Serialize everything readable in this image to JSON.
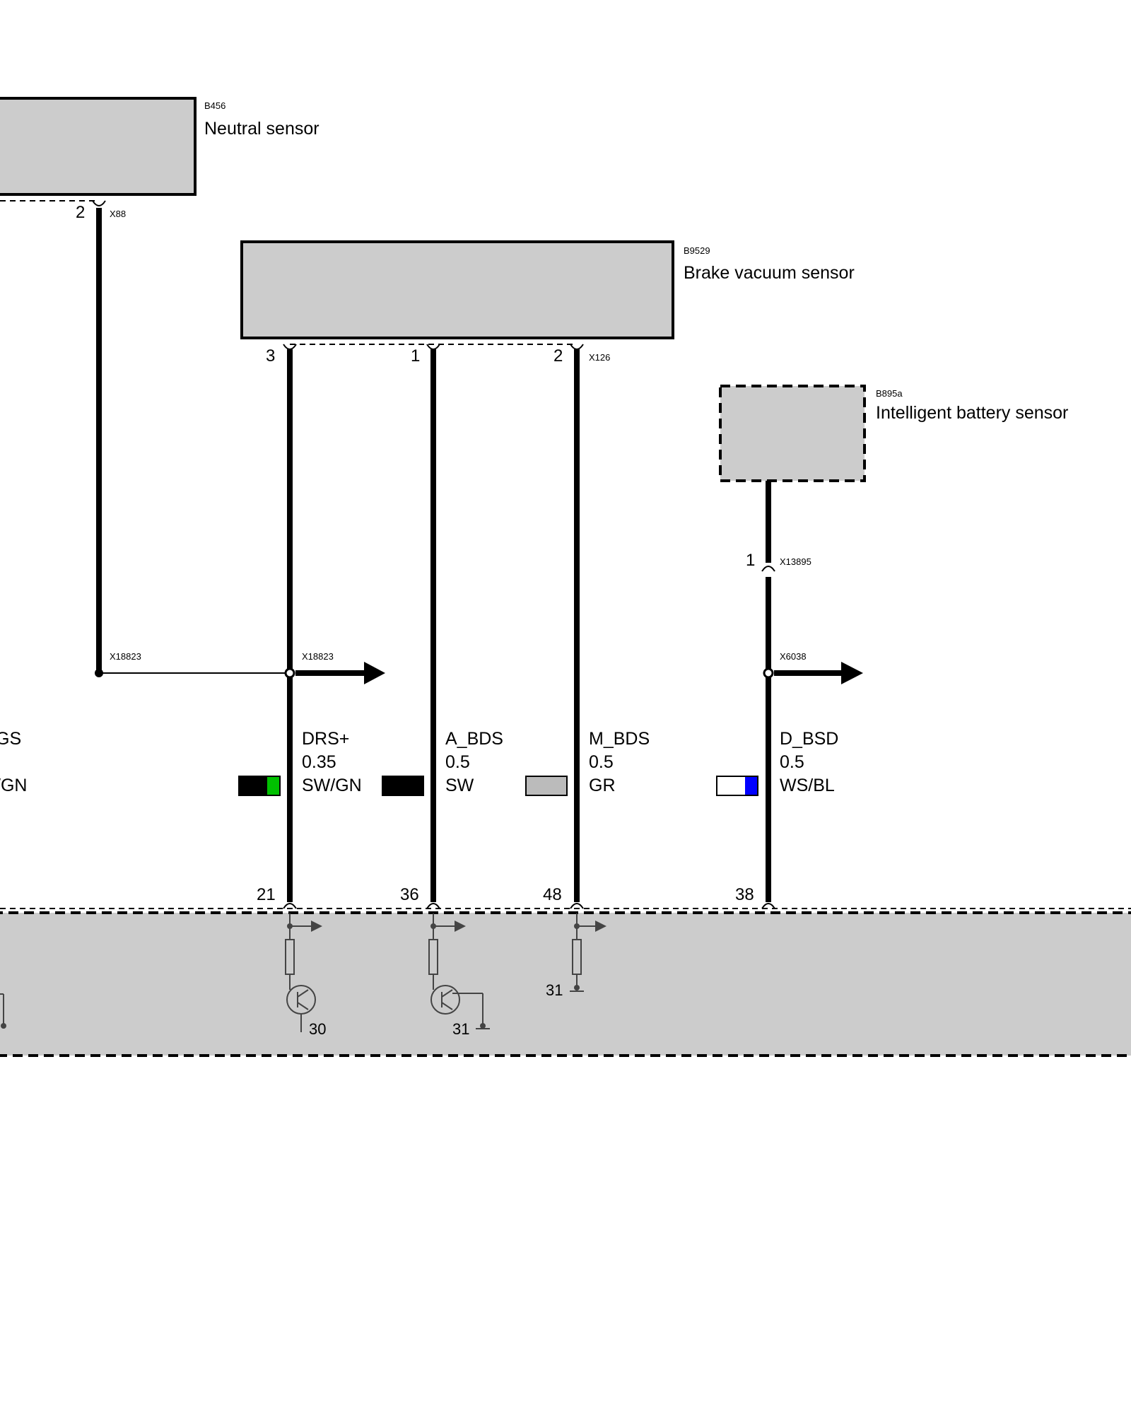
{
  "components": {
    "neutral_sensor": {
      "ref": "B456",
      "title": "Neutral sensor",
      "pin": "2",
      "connector": "X88"
    },
    "brake_vacuum_sensor": {
      "ref": "B9529",
      "title": "Brake vacuum sensor",
      "connector": "X126",
      "pins": [
        "3",
        "1",
        "2"
      ]
    },
    "battery_sensor": {
      "ref": "B895a",
      "title": "Intelligent battery sensor",
      "pin": "1",
      "connector": "X13895"
    }
  },
  "splices": {
    "left": "X18823",
    "middle": "X18823",
    "right": "X6038"
  },
  "wires": [
    {
      "signal": "GS",
      "gauge": "",
      "color": "/GN",
      "swatch": [
        "#000000",
        "#00c000"
      ]
    },
    {
      "signal": "DRS+",
      "gauge": "0.35",
      "color": "SW/GN",
      "swatch": [
        "#000000",
        "#00c000"
      ]
    },
    {
      "signal": "A_BDS",
      "gauge": "0.5",
      "color": "SW",
      "swatch": [
        "#000000"
      ]
    },
    {
      "signal": "M_BDS",
      "gauge": "0.5",
      "color": "GR",
      "swatch": [
        "#bbbbbb"
      ]
    },
    {
      "signal": "D_BSD",
      "gauge": "0.5",
      "color": "WS/BL",
      "swatch": [
        "#ffffff",
        "#0000ff"
      ]
    }
  ],
  "control_unit": {
    "pins": [
      "21",
      "36",
      "48",
      "38"
    ],
    "circuit_labels": [
      "30",
      "31",
      "31"
    ]
  },
  "colors": {
    "component_fill": "#cccccc",
    "wire": "#000000",
    "green": "#00c000",
    "blue": "#0000ff",
    "grey": "#bbbbbb"
  }
}
